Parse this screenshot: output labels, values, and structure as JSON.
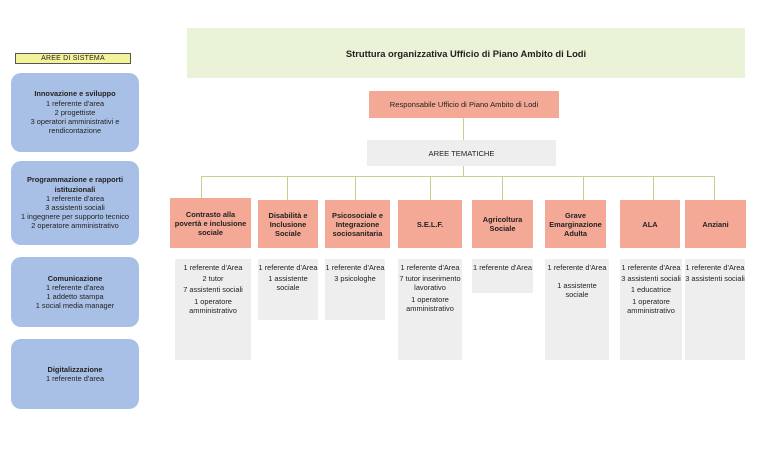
{
  "title": "Struttura organizzativa Ufficio di Piano Ambito di Lodi",
  "responsabile": "Responsabile Ufficio di Piano Ambito di Lodi",
  "aree_tematiche_label": "AREE TEMATICHE",
  "aree_sistema_label": "AREE DI SISTEMA",
  "colors": {
    "system_box": "#a9c0e6",
    "system_header": "#f3f399",
    "title_bg": "#eaf2d7",
    "area_box": "#f4a896",
    "staff_box": "#eeeeee",
    "connector": "#c3d18f"
  },
  "aree_sistema": [
    {
      "title": "Innovazione e sviluppo",
      "lines": [
        "1 referente d'area",
        "2 progettiste",
        "3 operatori amministrativi e rendicontazione"
      ]
    },
    {
      "title": "Programmazione e rapporti istituzionali",
      "lines": [
        "1 referente d'area",
        "3 assistenti sociali",
        "1 ingegnere per supporto tecnico",
        "2 operatore amministrativo"
      ]
    },
    {
      "title": "Comunicazione",
      "lines": [
        "1 referente d'area",
        "1 addetto stampa",
        "1 social media manager"
      ]
    },
    {
      "title": "Digitalizzazione",
      "lines": [
        "1 referente d'area"
      ]
    }
  ],
  "aree_tematiche": [
    {
      "title": "Contrasto alla povertà e inclusione sociale",
      "staff": [
        "1 referente d'Area",
        "2 tutor",
        "7 assistenti sociali",
        "1 operatore amministrativo"
      ]
    },
    {
      "title": "Disabilità e Inclusione Sociale",
      "staff": [
        "1 referente d'Area",
        "1 assistente sociale"
      ]
    },
    {
      "title": "Psicosociale e Integrazione sociosanitaria",
      "staff": [
        "1 referente d'Area",
        "3 psicologhe"
      ]
    },
    {
      "title": "S.E.L.F.",
      "staff": [
        "1 referente d'Area",
        "7 tutor inserimento lavorativo",
        "1 operatore amministrativo"
      ]
    },
    {
      "title": "Agricoltura Sociale",
      "staff": [
        "1 referente d'Area"
      ]
    },
    {
      "title": "Grave Emarginazione Adulta",
      "staff": [
        "1 referente d'Area",
        "1 assistente sociale"
      ]
    },
    {
      "title": "ALA",
      "staff": [
        "1 referente d'Area",
        "3 assistenti sociali",
        "1 educatrice",
        "1 operatore amministrativo"
      ]
    },
    {
      "title": "Anziani",
      "staff": [
        "1 referente d'Area",
        "3 assistenti sociali"
      ]
    }
  ]
}
